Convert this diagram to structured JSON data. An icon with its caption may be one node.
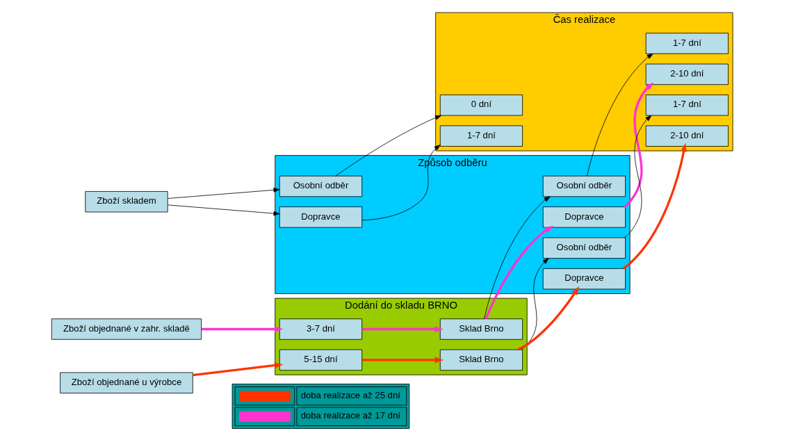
{
  "diagram": {
    "nodes": [
      {
        "text": [
          "Dodání do skladu BRNO"
        ]
      },
      {
        "text": [
          "Způsob odběru"
        ]
      },
      {
        "text": [
          "Čas realizace"
        ]
      },
      {
        "text": [
          "Zboží skladem"
        ]
      },
      {
        "text": [
          "Zboží objednané v zahr. skladě"
        ]
      },
      {
        "text": [
          "Zboží objednané u výrobce"
        ]
      },
      {
        "text": [
          "3-7 dní"
        ],
        "in": 0
      },
      {
        "text": [
          "Sklad Brno"
        ],
        "in": 0
      },
      {
        "text": [
          "5-15 dní"
        ],
        "in": 0
      },
      {
        "text": [
          "Sklad Brno"
        ],
        "in": 0
      },
      {
        "text": [
          "Osobní odběr"
        ],
        "in": 1
      },
      {
        "text": [
          "Dopravce"
        ],
        "in": 1
      },
      {
        "text": [
          "Osobní odběr"
        ],
        "in": 1
      },
      {
        "text": [
          "Dopravce"
        ],
        "in": 1
      },
      {
        "text": [
          "Osobní odběr"
        ],
        "in": 1
      },
      {
        "text": [
          "Dopravce"
        ],
        "in": 1
      },
      {
        "text": [
          "0 dní"
        ],
        "in": 2
      },
      {
        "text": [
          "1-7 dní"
        ],
        "in": 2
      },
      {
        "text": [
          "1-7 dní"
        ],
        "in": 2
      },
      {
        "text": [
          "2-10 dní"
        ],
        "in": 2
      },
      {
        "text": [
          "1-7 dní"
        ],
        "in": 2
      },
      {
        "text": [
          "2-10 dní"
        ],
        "in": 2
      }
    ],
    "edges": [
      {
        "from": 3,
        "to": 10,
        "arrow": "to"
      },
      {
        "from": 3,
        "to": 11,
        "arrow": "to"
      },
      {
        "from": 4,
        "to": 6,
        "arrow": "to",
        "style": "thick",
        "color": "#ff33cc"
      },
      {
        "from": 6,
        "to": 7,
        "arrow": "to",
        "style": "thick",
        "color": "#ff33cc"
      },
      {
        "from": 7,
        "to": 12,
        "arrow": "to"
      },
      {
        "from": 7,
        "to": 13,
        "arrow": "to",
        "style": "thick",
        "color": "#ff33cc"
      },
      {
        "from": 5,
        "to": 8,
        "arrow": "to",
        "style": "thick",
        "color": "#ff3300"
      },
      {
        "from": 8,
        "to": 9,
        "arrow": "to",
        "style": "thick",
        "color": "#ff3300"
      },
      {
        "from": 9,
        "to": 14,
        "arrow": "to"
      },
      {
        "from": 9,
        "to": 15,
        "arrow": "to",
        "style": "thick",
        "color": "#ff3300"
      },
      {
        "from": 10,
        "to": 16,
        "arrow": "to"
      },
      {
        "from": 11,
        "to": 17,
        "arrow": "to"
      },
      {
        "from": 12,
        "to": 18,
        "arrow": "to"
      },
      {
        "from": 13,
        "to": 19,
        "arrow": "to",
        "style": "thick",
        "color": "#ff33cc"
      },
      {
        "from": 14,
        "to": 20,
        "arrow": "to"
      },
      {
        "from": 15,
        "to": 21,
        "arrow": "to",
        "style": "thick",
        "color": "#ff3300"
      }
    ],
    "legend": [
      {
        "text": "doba realizace až 25 dní",
        "color": "#ff3300"
      },
      {
        "text": "doba realizace až 17 dní",
        "color": "#ff33cc"
      }
    ]
  }
}
